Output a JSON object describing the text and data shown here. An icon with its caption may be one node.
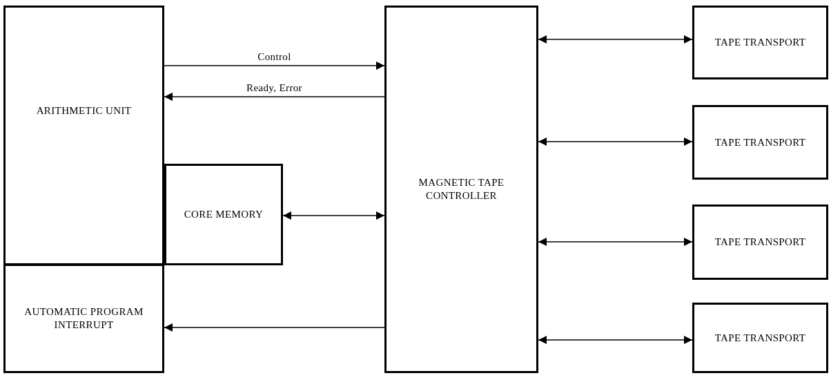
{
  "diagram": {
    "nodes": [
      {
        "text": [
          "ARITHMETIC UNIT"
        ]
      },
      {
        "text": [
          "AUTOMATIC PROGRAM INTERRUPT"
        ]
      },
      {
        "text": [
          "CORE MEMORY"
        ]
      },
      {
        "text": [
          "MAGNETIC TAPE CONTROLLER"
        ]
      },
      {
        "text": [
          "TAPE TRANSPORT"
        ]
      },
      {
        "text": [
          "TAPE TRANSPORT"
        ]
      },
      {
        "text": [
          "TAPE TRANSPORT"
        ]
      },
      {
        "text": [
          "TAPE TRANSPORT"
        ]
      }
    ],
    "edges": [
      {
        "from": 0,
        "to": 3,
        "arrow": "to",
        "label": "Control"
      },
      {
        "from": 3,
        "to": 0,
        "arrow": "to",
        "label": "Ready, Error"
      },
      {
        "from": 2,
        "to": 3,
        "arrow": "both"
      },
      {
        "from": 3,
        "to": 1,
        "arrow": "to"
      },
      {
        "from": 3,
        "to": 4,
        "arrow": "both"
      },
      {
        "from": 3,
        "to": 5,
        "arrow": "both"
      },
      {
        "from": 3,
        "to": 6,
        "arrow": "both"
      },
      {
        "from": 3,
        "to": 7,
        "arrow": "both"
      }
    ]
  }
}
